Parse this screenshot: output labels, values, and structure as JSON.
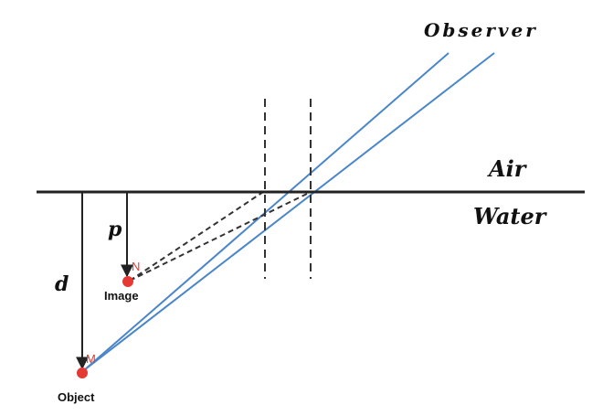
{
  "labels": {
    "observer": "Observer",
    "air": "Air",
    "water": "Water",
    "p": "p",
    "d": "d",
    "point_n": "N",
    "point_m": "M",
    "image": "Image",
    "object": "Object"
  },
  "colors": {
    "ray": "#4a86c8",
    "point": "#e53935",
    "line": "#222222",
    "dashed": "#333333",
    "point_label": "#e53935"
  }
}
